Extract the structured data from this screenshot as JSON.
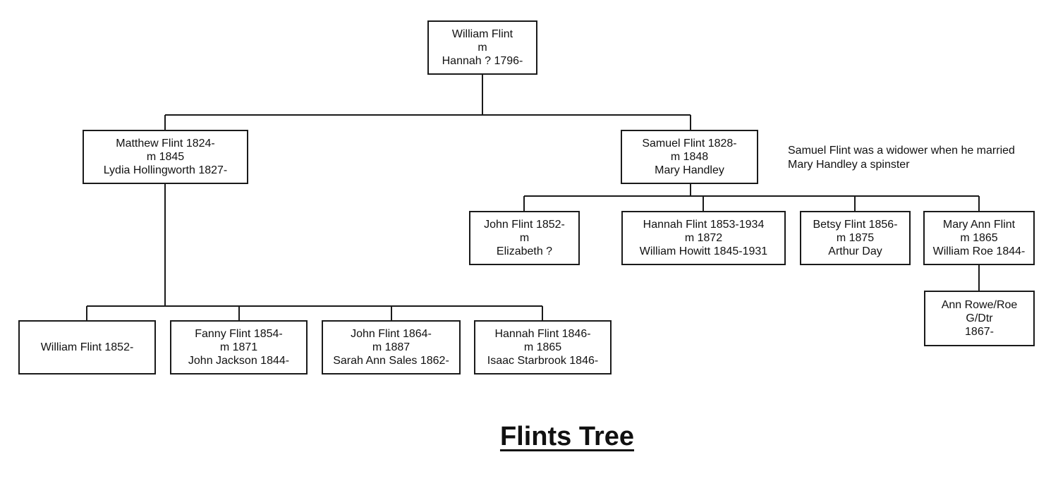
{
  "title": "Flints Tree",
  "note": {
    "line1": "Samuel Flint was a widower when he married",
    "line2": "Mary Handley a spinster"
  },
  "people": {
    "root": [
      "William Flint",
      "m",
      "Hannah ? 1796-"
    ],
    "matthew": [
      "Matthew Flint 1824-",
      "m 1845",
      "Lydia Hollingworth 1827-"
    ],
    "samuel": [
      "Samuel Flint 1828-",
      "m 1848",
      "Mary Handley"
    ],
    "john1852": [
      "John Flint 1852-",
      "m",
      "Elizabeth ?"
    ],
    "hannah1853": [
      "Hannah Flint 1853-1934",
      "m 1872",
      "William Howitt 1845-1931"
    ],
    "betsy": [
      "Betsy Flint 1856-",
      "m 1875",
      "Arthur Day"
    ],
    "maryann": [
      "Mary Ann Flint",
      "m 1865",
      "William Roe 1844-"
    ],
    "ann": [
      "Ann Rowe/Roe",
      "G/Dtr",
      "1867-"
    ],
    "william1852": [
      "William Flint 1852-"
    ],
    "fanny": [
      "Fanny Flint 1854-",
      "m 1871",
      "John Jackson 1844-"
    ],
    "john1864": [
      "John Flint 1864-",
      "m 1887",
      "Sarah Ann Sales 1862-"
    ],
    "hannah1846": [
      "Hannah Flint  1846-",
      "m 1865",
      "Isaac Starbrook 1846-"
    ]
  }
}
